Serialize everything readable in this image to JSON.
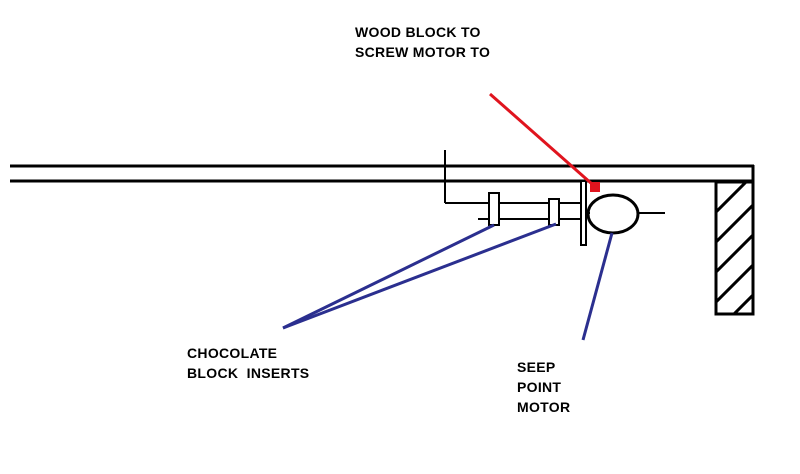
{
  "labels": {
    "wood_block": [
      "WOOD BLOCK TO",
      "SCREW MOTOR TO"
    ],
    "chocolate_block": [
      "CHOCOLATE",
      "BLOCK  INSERTS"
    ],
    "seep_motor": [
      "SEEP",
      "POINT",
      "MOTOR"
    ]
  },
  "colors": {
    "structure": "#000000",
    "wood_block_pointer": "#e0141e",
    "connector_pointer": "#2b2f8f",
    "background": "#ffffff"
  }
}
